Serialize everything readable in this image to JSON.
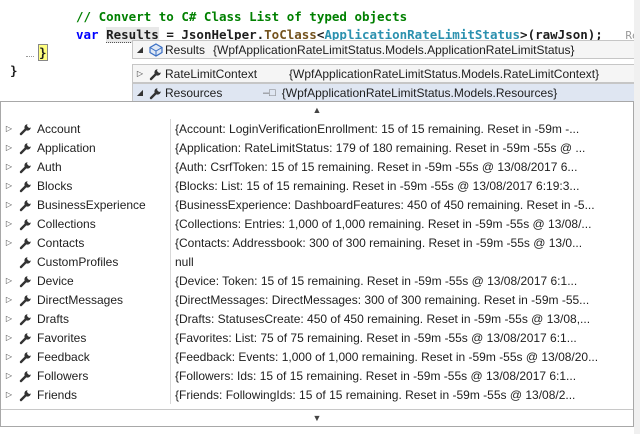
{
  "code": {
    "comment": "// Convert to C# Class List of typed objects",
    "line2_kw": "var",
    "line2_var": "Results",
    "line2_eq": " = JsonHelper.",
    "line2_method": "ToClass",
    "line2_lt": "<",
    "line2_type": "ApplicationRateLimitStatus",
    "line2_rest": ">(rawJson);",
    "line2_faded": "Re",
    "brace_inner": "}",
    "brace_outer": "}"
  },
  "tooltip": {
    "rows": [
      {
        "name": "Results",
        "value": "{WpfApplicationRateLimitStatus.Models.ApplicationRateLimitStatus}"
      },
      {
        "name": "RateLimitContext",
        "value": "{WpfApplicationRateLimitStatus.Models.RateLimitContext}"
      },
      {
        "name": "Resources",
        "value": "{WpfApplicationRateLimitStatus.Models.Resources}"
      }
    ]
  },
  "list": {
    "rows": [
      {
        "name": "Account",
        "value": "{Account: LoginVerificationEnrollment:   15 of   15 remaining. Reset in  -59m -...",
        "expandable": true
      },
      {
        "name": "Application",
        "value": "{Application: RateLimitStatus:  179 of  180 remaining. Reset in  -59m -55s @ ...",
        "expandable": true
      },
      {
        "name": "Auth",
        "value": "{Auth: CsrfToken:   15 of   15 remaining. Reset in  -59m -55s @ 13/08/2017 6...",
        "expandable": true
      },
      {
        "name": "Blocks",
        "value": "{Blocks: List:   15 of   15 remaining. Reset in  -59m -55s @ 13/08/2017 6:19:3...",
        "expandable": true
      },
      {
        "name": "BusinessExperience",
        "value": "{BusinessExperience: DashboardFeatures:  450 of  450 remaining. Reset in  -5...",
        "expandable": true
      },
      {
        "name": "Collections",
        "value": "{Collections: Entries: 1,000 of 1,000 remaining. Reset in  -59m -55s @ 13/08/...",
        "expandable": true
      },
      {
        "name": "Contacts",
        "value": "{Contacts: Addressbook:  300 of  300 remaining. Reset in  -59m -55s @ 13/0...",
        "expandable": true
      },
      {
        "name": "CustomProfiles",
        "value": "null",
        "expandable": false
      },
      {
        "name": "Device",
        "value": "{Device: Token:   15 of   15 remaining. Reset in  -59m -55s @ 13/08/2017 6:1...",
        "expandable": true
      },
      {
        "name": "DirectMessages",
        "value": "{DirectMessages: DirectMessages:  300 of  300 remaining. Reset in  -59m -55...",
        "expandable": true
      },
      {
        "name": "Drafts",
        "value": "{Drafts: StatusesCreate:  450 of  450 remaining. Reset in  -59m -55s @ 13/08,...",
        "expandable": true
      },
      {
        "name": "Favorites",
        "value": "{Favorites: List:   75 of   75 remaining. Reset in  -59m -55s @ 13/08/2017 6:1...",
        "expandable": true
      },
      {
        "name": "Feedback",
        "value": "{Feedback: Events: 1,000 of 1,000 remaining. Reset in  -59m -55s @ 13/08/20...",
        "expandable": true
      },
      {
        "name": "Followers",
        "value": "{Followers: Ids:   15 of   15 remaining. Reset in  -59m -55s @ 13/08/2017 6:1...",
        "expandable": true
      },
      {
        "name": "Friends",
        "value": "{Friends: FollowingIds:   15 of   15 remaining. Reset in  -59m -55s @ 13/08/2...",
        "expandable": true
      }
    ]
  },
  "icons": {
    "wrench": "wrench-icon",
    "object": "object-icon",
    "pin": "pin-icon"
  }
}
